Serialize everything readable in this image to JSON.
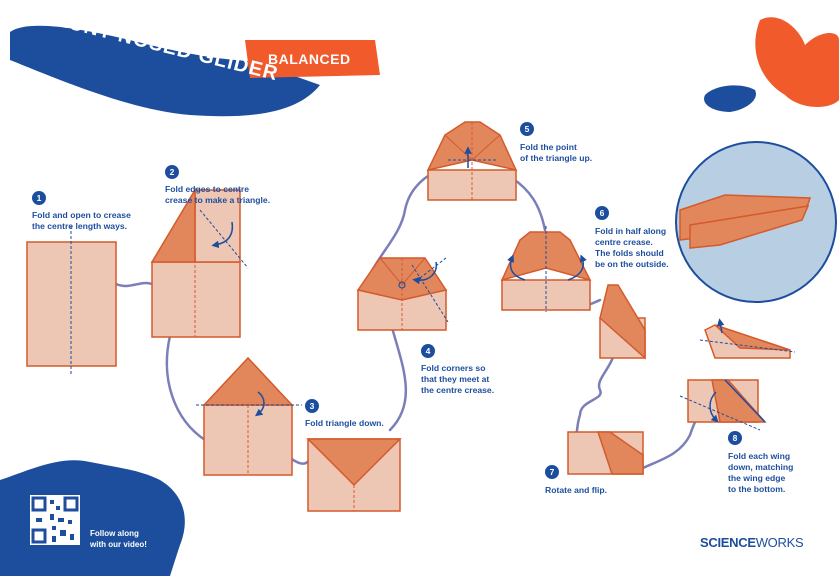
{
  "title": {
    "main": "BLUNT NOSED GLIDER",
    "badge": "BALANCED"
  },
  "steps": [
    {
      "num": "1",
      "text": "Fold and open to crease\nthe centre length ways."
    },
    {
      "num": "2",
      "text": "Fold edges to centre\ncrease to make a triangle."
    },
    {
      "num": "3",
      "text": "Fold triangle down."
    },
    {
      "num": "4",
      "text": "Fold corners so\nthat they meet at\nthe centre crease."
    },
    {
      "num": "5",
      "text": "Fold the point\nof the triangle up."
    },
    {
      "num": "6",
      "text": "Fold in half along\ncentre crease.\nThe folds should\nbe on the outside."
    },
    {
      "num": "7",
      "text": "Rotate and flip."
    },
    {
      "num": "8",
      "text": "Fold each wing\ndown, matching\nthe wing edge\nto the bottom."
    }
  ],
  "footer": {
    "follow_text": "Follow along\nwith our video!",
    "logo_bold": "SCIENCE",
    "logo_light": "WORKS"
  },
  "colors": {
    "navy": "#1d4e9e",
    "orange": "#f15a2b",
    "paper": "#eec6b4",
    "fold": "#e2875c",
    "edge": "#d45a2c",
    "path": "#7b7fb8",
    "circle": "#b8cfe3"
  }
}
